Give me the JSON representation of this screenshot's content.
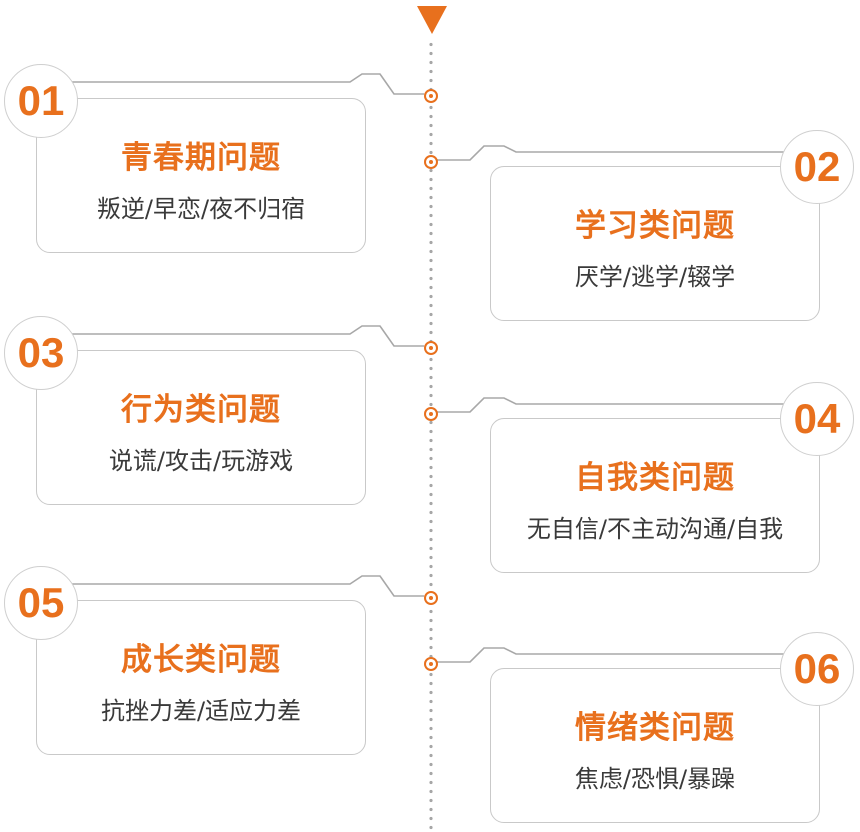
{
  "items": [
    {
      "number": "01",
      "title": "青春期问题",
      "description": "叛逆/早恋/夜不归宿"
    },
    {
      "number": "02",
      "title": "学习类问题",
      "description": "厌学/逃学/辍学"
    },
    {
      "number": "03",
      "title": "行为类问题",
      "description": "说谎/攻击/玩游戏"
    },
    {
      "number": "04",
      "title": "自我类问题",
      "description": "无自信/不主动沟通/自我"
    },
    {
      "number": "05",
      "title": "成长类问题",
      "description": "抗挫力差/适应力差"
    },
    {
      "number": "06",
      "title": "情绪类问题",
      "description": "焦虑/恐惧/暴躁"
    }
  ],
  "colors": {
    "accent": "#e8701d",
    "text": "#3a3a3a",
    "border": "#c9c9c9",
    "timeline_dots": "#a7a7a7"
  }
}
